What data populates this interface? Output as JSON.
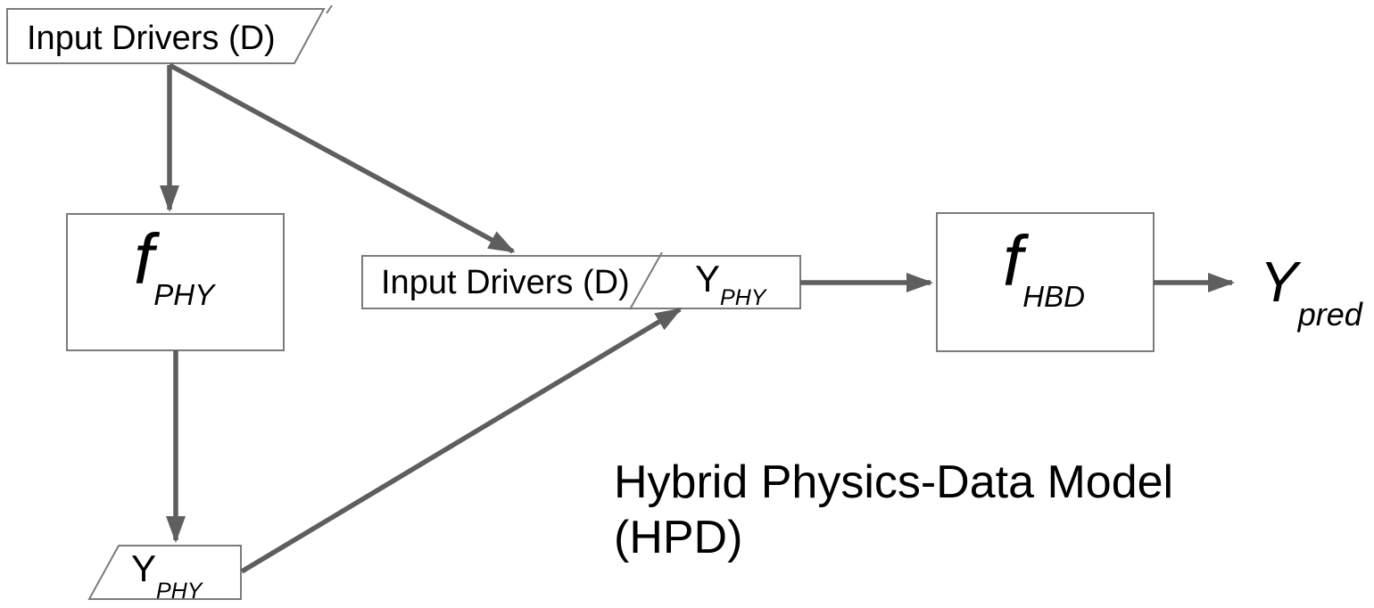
{
  "diagram": {
    "title": {
      "line1": "Hybrid Physics-Data Model",
      "line2": "(HPD)"
    },
    "nodes": {
      "input_drivers_top": {
        "label": "Input Drivers (D)"
      },
      "f_phy": {
        "main": "f",
        "sub": "PHY"
      },
      "y_phy_bottom": {
        "main": "Y",
        "sub": "PHY"
      },
      "combined_input": {
        "label": "Input Drivers (D)",
        "y_main": "Y",
        "y_sub": "PHY"
      },
      "f_hbd": {
        "main": "f",
        "sub": "HBD"
      },
      "y_pred": {
        "main": "Y",
        "sub": "pred"
      }
    },
    "colors": {
      "arrow": "#5e5e5e",
      "border": "#7b7b7b",
      "text": "#000000",
      "background": "#ffffff"
    }
  }
}
